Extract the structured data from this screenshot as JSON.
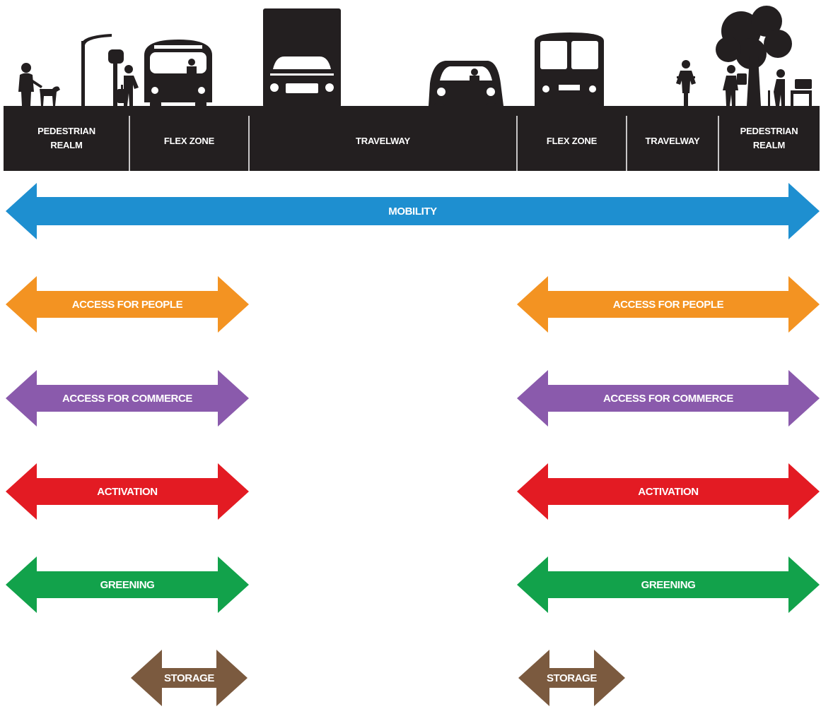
{
  "zones": [
    {
      "id": "pedestrian-realm-left",
      "lines": [
        "PEDESTRIAN",
        "REALM"
      ]
    },
    {
      "id": "flex-zone-left",
      "lines": [
        "FLEX ZONE"
      ]
    },
    {
      "id": "travelway-main",
      "lines": [
        "TRAVELWAY"
      ]
    },
    {
      "id": "flex-zone-right",
      "lines": [
        "FLEX ZONE"
      ]
    },
    {
      "id": "travelway-bike",
      "lines": [
        "TRAVELWAY"
      ]
    },
    {
      "id": "pedestrian-realm-right",
      "lines": [
        "PEDESTRIAN",
        "REALM"
      ]
    }
  ],
  "icons": [
    "pedestrian-with-dog-icon",
    "street-lamp-icon",
    "parking-meter-icon",
    "person-with-luggage-icon",
    "bus-front-icon",
    "truck-front-icon",
    "car-front-icon",
    "bus-front-icon",
    "cyclist-icon",
    "tree-icon",
    "shopper-icon",
    "elderly-person-with-cane-icon",
    "bench-icon"
  ],
  "functions": [
    {
      "id": "mobility",
      "label": "MOBILITY",
      "color": "#1e8fd0",
      "spans": [
        {
          "from": "pedestrian-realm-left",
          "to": "pedestrian-realm-right"
        }
      ]
    },
    {
      "id": "access-for-people",
      "label": "ACCESS FOR PEOPLE",
      "color": "#f39322",
      "spans": [
        {
          "from": "pedestrian-realm-left",
          "to": "flex-zone-left"
        },
        {
          "from": "flex-zone-right",
          "to": "pedestrian-realm-right"
        }
      ]
    },
    {
      "id": "access-for-commerce",
      "label": "ACCESS FOR COMMERCE",
      "color": "#8a5aac",
      "spans": [
        {
          "from": "pedestrian-realm-left",
          "to": "flex-zone-left"
        },
        {
          "from": "flex-zone-right",
          "to": "pedestrian-realm-right"
        }
      ]
    },
    {
      "id": "activation",
      "label": "ACTIVATION",
      "color": "#e31b23",
      "spans": [
        {
          "from": "pedestrian-realm-left",
          "to": "flex-zone-left"
        },
        {
          "from": "flex-zone-right",
          "to": "pedestrian-realm-right"
        }
      ]
    },
    {
      "id": "greening",
      "label": "GREENING",
      "color": "#12a24b",
      "spans": [
        {
          "from": "pedestrian-realm-left",
          "to": "flex-zone-left"
        },
        {
          "from": "flex-zone-right",
          "to": "pedestrian-realm-right"
        }
      ]
    },
    {
      "id": "storage",
      "label": "STORAGE",
      "color": "#7b5a3f",
      "spans": [
        {
          "from": "flex-zone-left",
          "to": "flex-zone-left"
        },
        {
          "from": "flex-zone-right",
          "to": "flex-zone-right"
        }
      ]
    }
  ]
}
